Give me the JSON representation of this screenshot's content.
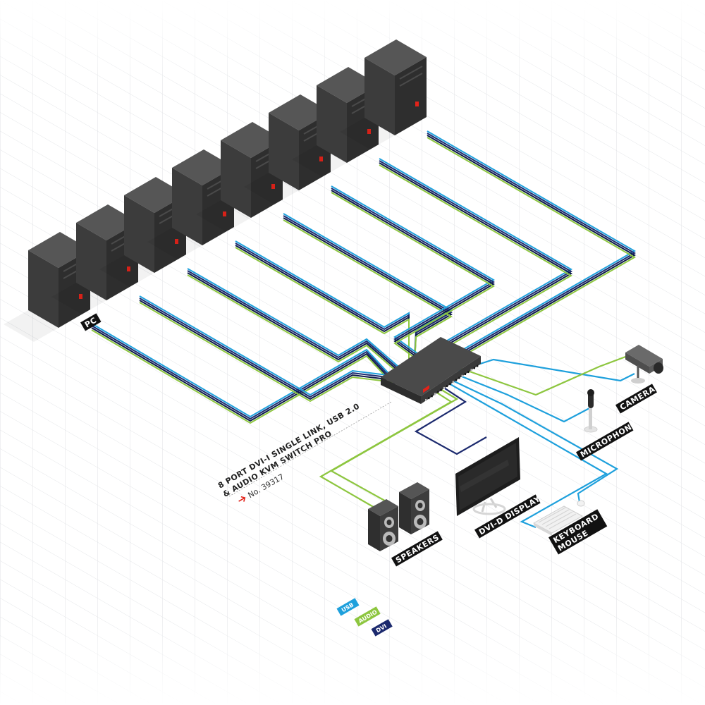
{
  "labels": {
    "pc": "PC",
    "speakers": "SPEAKERS",
    "display": "DVI-D DISPLAY",
    "keyboard_line1": "KEYBOARD &",
    "keyboard_line2": "MOUSE",
    "microphone": "MICROPHONE",
    "camera": "CAMERA"
  },
  "product": {
    "line1": "8 PORT DVI-I SINGLE LINK, USB 2.0",
    "line2": "& AUDIO KVM SWITCH PRO",
    "article_prefix": "No.",
    "article_number": "39317"
  },
  "legend": [
    {
      "label": "USB",
      "color": "#1ea0dc"
    },
    {
      "label": "AUDIO",
      "color": "#8dc63f"
    },
    {
      "label": "DVI",
      "color": "#1c2a6e"
    }
  ],
  "colors": {
    "usb": "#1ea0dc",
    "audio": "#8dc63f",
    "dvi": "#1c2a6e",
    "accent": "#e2231a",
    "device": "#3b3b3b"
  }
}
